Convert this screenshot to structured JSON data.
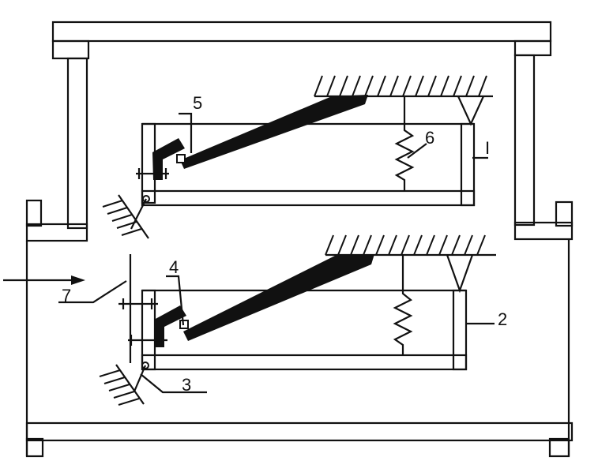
{
  "diagram": {
    "labels": {
      "label_1": "I",
      "label_2": "2",
      "label_3": "3",
      "label_4": "4",
      "label_5": "5",
      "label_6": "6",
      "label_7": "7"
    },
    "colors": {
      "ink": "#111111",
      "background": "#ffffff"
    }
  }
}
